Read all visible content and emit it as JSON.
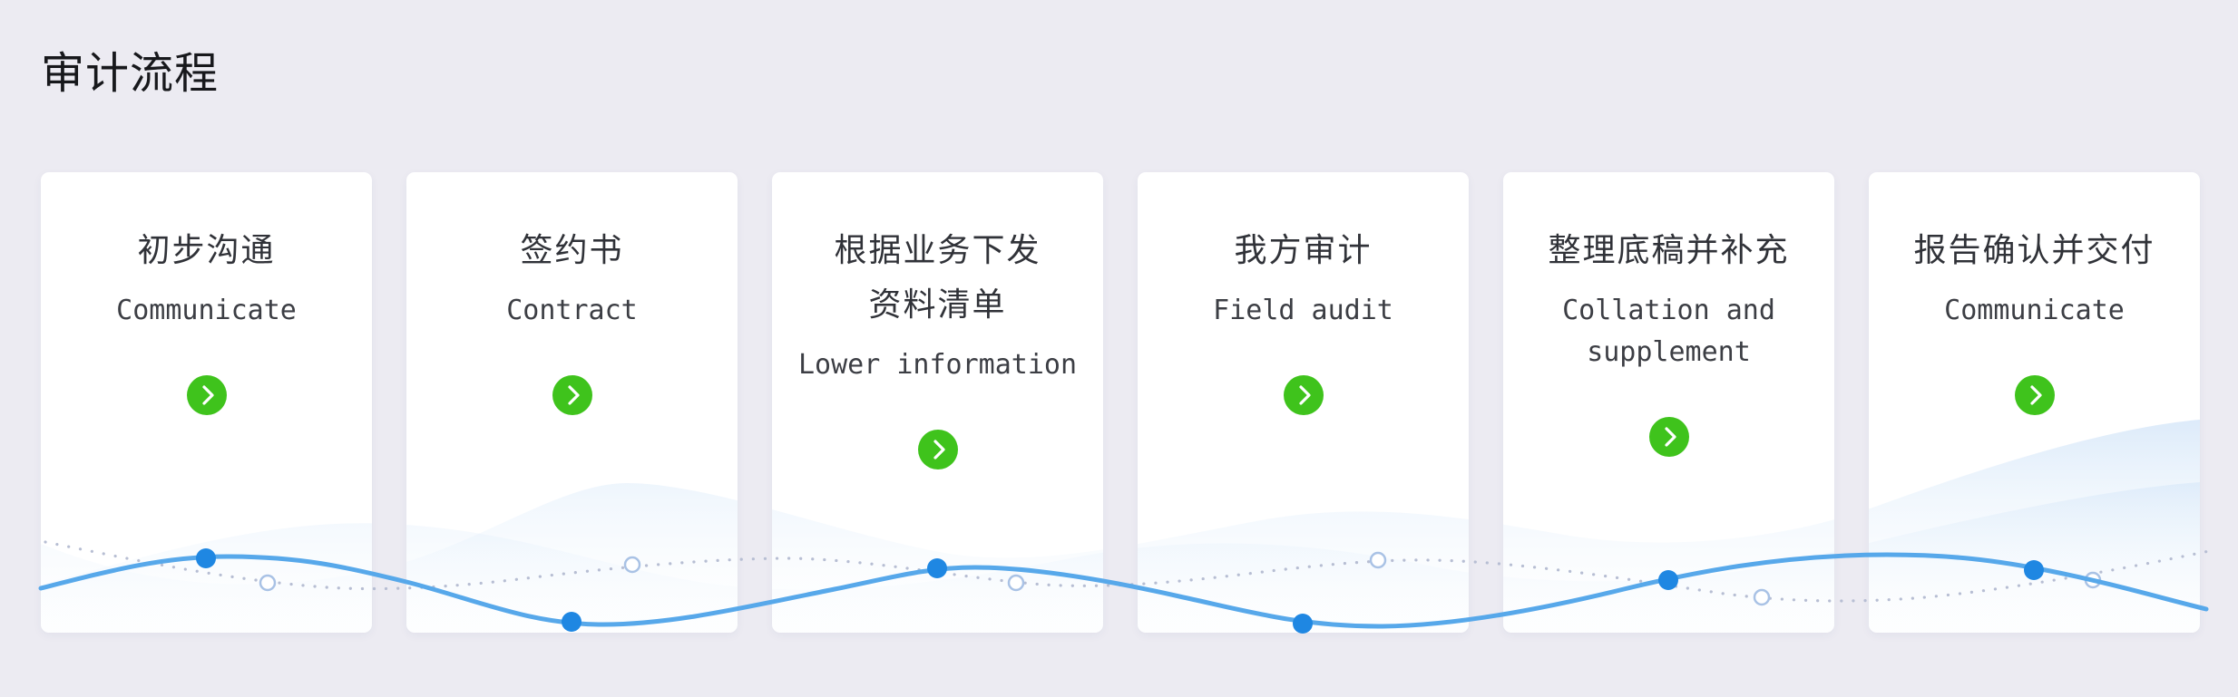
{
  "section": {
    "title": "审计流程"
  },
  "steps": [
    {
      "title_zh": "初步沟通",
      "subtitle_en": "Communicate"
    },
    {
      "title_zh": "签约书",
      "subtitle_en": "Contract"
    },
    {
      "title_zh": "根据业务下发\n资料清单",
      "subtitle_en": "Lower information"
    },
    {
      "title_zh": "我方审计",
      "subtitle_en": "Field audit"
    },
    {
      "title_zh": "整理底稿并补充",
      "subtitle_en": "Collation and\nsupplement"
    },
    {
      "title_zh": "报告确认并交付",
      "subtitle_en": "Communicate"
    }
  ],
  "icons": {
    "step_action": "chevron-right-icon"
  },
  "colors": {
    "page_background": "#ECEBF2",
    "card_background": "#FFFFFF",
    "accent_green": "#3FC31C",
    "wave_line_blue": "#57A8EA",
    "wave_dot_blue": "#1F87E2",
    "wave_dotted_gray": "#B7BED3",
    "hill_blue": "#C7DCF5"
  }
}
